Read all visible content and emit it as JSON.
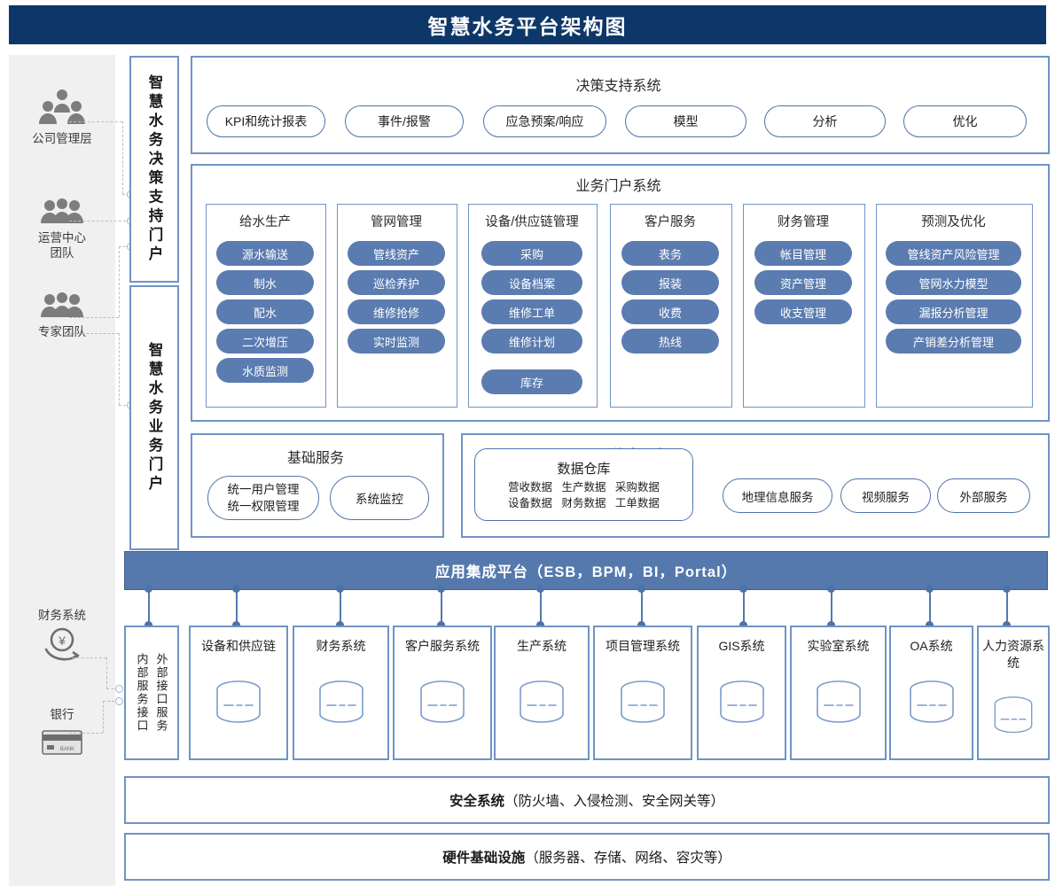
{
  "title": "智慧水务平台架构图",
  "actors": [
    {
      "name": "公司管理层",
      "icon": "people-group-icon"
    },
    {
      "name": "运营中心\n团队",
      "icon": "people-group-icon"
    },
    {
      "name": "专家团队",
      "icon": "people-group-icon"
    },
    {
      "name": "财务系统",
      "icon": "money-hand-icon"
    },
    {
      "name": "银行",
      "icon": "bank-card-icon"
    }
  ],
  "actor_labels": {
    "company_management": "公司管理层",
    "operation_center_line1": "运营中心",
    "operation_center_line2": "团队",
    "expert_team": "专家团队",
    "finance_system": "财务系统",
    "bank": "银行"
  },
  "portals": [
    {
      "label": "智慧水务决策支持门户"
    },
    {
      "label": "智慧水务业务门户"
    }
  ],
  "decision_support": {
    "title": "决策支持系统",
    "items": [
      "KPI和统计报表",
      "事件/报警",
      "应急预案/响应",
      "模型",
      "分析",
      "优化"
    ]
  },
  "business_portal": {
    "title": "业务门户系统",
    "groups": [
      {
        "title": "给水生产",
        "items": [
          "源水输送",
          "制水",
          "配水",
          "二次增压",
          "水质监测"
        ]
      },
      {
        "title": "管网管理",
        "items": [
          "管线资产",
          "巡检养护",
          "维修抢修",
          "实时监测"
        ]
      },
      {
        "title": "设备/供应链管理",
        "items": [
          "采购",
          "设备档案",
          "维修工单",
          "维修计划",
          "库存"
        ]
      },
      {
        "title": "客户服务",
        "items": [
          "表务",
          "报装",
          "收费",
          "热线"
        ]
      },
      {
        "title": "财务管理",
        "items": [
          "帐目管理",
          "资产管理",
          "收支管理"
        ]
      },
      {
        "title": "预测及优化",
        "items": [
          "管线资产风险管理",
          "管网水力模型",
          "漏报分析管理",
          "产销差分析管理"
        ]
      }
    ]
  },
  "basic_service": {
    "title": "基础服务",
    "items": [
      {
        "line1": "统一用户管理",
        "line2": "统一权限管理"
      },
      {
        "line1": "系统监控",
        "line2": ""
      }
    ]
  },
  "info_service": {
    "title": "信息服务",
    "warehouse": {
      "title": "数据仓库",
      "row1": [
        "营收数据",
        "生产数据",
        "采购数据"
      ],
      "row2": [
        "设备数据",
        "财务数据",
        "工单数据"
      ]
    },
    "items": [
      "地理信息服务",
      "视频服务",
      "外部服务"
    ]
  },
  "esb": {
    "label": "应用集成平台（ESB，BPM，BI，Portal）"
  },
  "interface_box": {
    "inner": "内部服务接口",
    "outer": "外部接口服务"
  },
  "systems": [
    {
      "label": "设备和供应链",
      "icon": "database-cylinder-icon"
    },
    {
      "label": "财务系统",
      "icon": "database-cylinder-icon"
    },
    {
      "label": "客户服务系统",
      "icon": "database-cylinder-icon"
    },
    {
      "label": "生产系统",
      "icon": "database-cylinder-icon"
    },
    {
      "label": "项目管理系统",
      "icon": "database-cylinder-icon"
    },
    {
      "label": "GIS系统",
      "icon": "database-cylinder-icon"
    },
    {
      "label": "实验室系统",
      "icon": "database-cylinder-icon"
    },
    {
      "label": "OA系统",
      "icon": "database-cylinder-icon"
    },
    {
      "label": "人力资源系统",
      "icon": "database-cylinder-icon"
    }
  ],
  "security_layer": {
    "bold": "安全系统",
    "rest": "（防火墙、入侵检测、安全网关等）"
  },
  "hardware_layer": {
    "bold": "硬件基础设施",
    "rest": "（服务器、存储、网络、容灾等）"
  },
  "colors": {
    "header_navy": "#0d3768",
    "panel_border_blue": "#6f93c6",
    "pill_solid_blue": "#5b7cb0",
    "esb_blue": "#5579ac",
    "rail_grey": "#f0f0f0",
    "dash_grey": "#bdbdbd"
  }
}
